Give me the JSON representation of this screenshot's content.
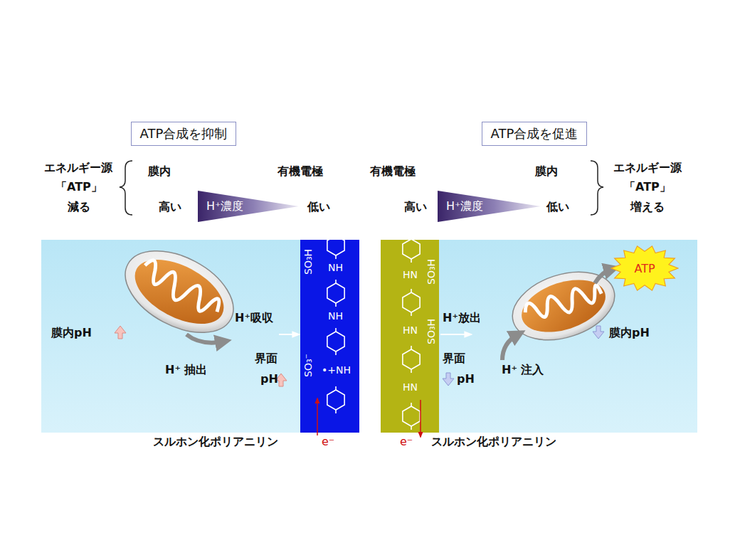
{
  "diagram": {
    "nodes": [
      {
        "text": [
          "ATP合成を抑制"
        ]
      },
      {
        "text": [
          "ATP合成を促進"
        ]
      },
      {
        "text": [
          "H⁺濃度"
        ]
      },
      {
        "text": [
          "H⁺濃度"
        ]
      },
      {
        "text": [
          "ATP"
        ]
      }
    ],
    "labels": [
      "エネルギー源",
      "「ATP」",
      "減る",
      "膜内",
      "有機電極",
      "高い",
      "低い",
      "有機電極",
      "膜内",
      "高い",
      "低い",
      "エネルギー源",
      "「ATP」",
      "増える",
      "膜内pH",
      "H⁺ 抽出",
      "H⁺吸収",
      "界面",
      "pH",
      "スルホン化ポリアニリン",
      "e⁻",
      "SO₃H",
      "NH",
      "NH",
      "SO₃⁻",
      "•+NH",
      "SO₃H",
      "HN",
      "SO₃H",
      "HN",
      "HN",
      "H⁺放出",
      "界面",
      "pH",
      "H⁺ 注入",
      "膜内pH",
      "スルホン化ポリアニリン",
      "e⁻"
    ]
  }
}
